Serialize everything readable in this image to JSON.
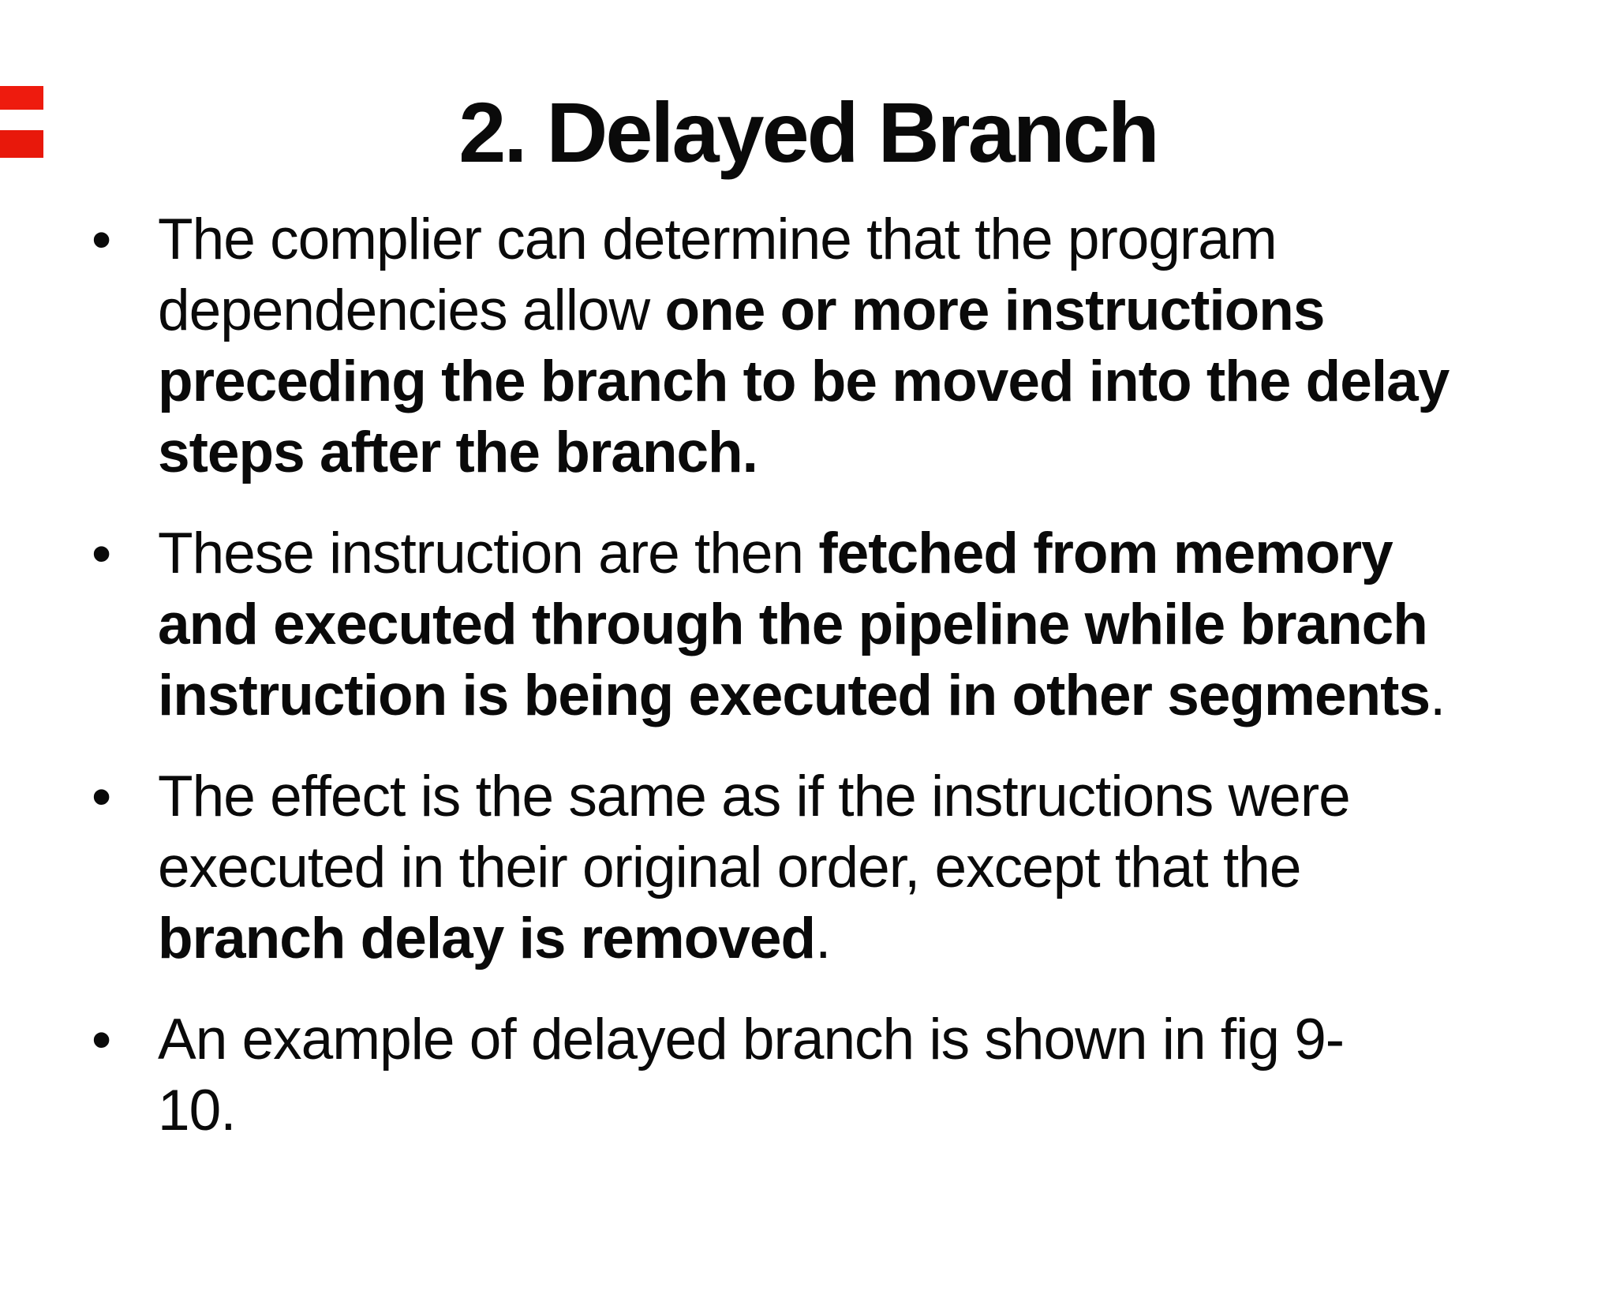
{
  "slide": {
    "title": "2. Delayed Branch",
    "bullet_char": "•",
    "colors": {
      "background": "#ffffff",
      "text": "#000000",
      "corner_mark_top": "#ee1b0e",
      "corner_mark_bottom": "#e8180b"
    },
    "bullets": [
      {
        "lines": [
          {
            "runs": [
              {
                "text": "The complier can determine that the program",
                "bold": false
              }
            ]
          },
          {
            "runs": [
              {
                "text": "dependencies allow ",
                "bold": false
              },
              {
                "text": "one or more instructions",
                "bold": true
              }
            ]
          },
          {
            "runs": [
              {
                "text": "preceding the branch to be moved into the delay",
                "bold": true
              }
            ]
          },
          {
            "runs": [
              {
                "text": "steps after the branch.",
                "bold": true
              }
            ]
          }
        ]
      },
      {
        "lines": [
          {
            "runs": [
              {
                "text": "These instruction are then ",
                "bold": false
              },
              {
                "text": "fetched from memory",
                "bold": true
              }
            ]
          },
          {
            "runs": [
              {
                "text": "and executed through the pipeline while branch",
                "bold": true
              }
            ]
          },
          {
            "runs": [
              {
                "text": "instruction is being executed in other segments",
                "bold": true
              },
              {
                "text": ".",
                "bold": false
              }
            ]
          }
        ]
      },
      {
        "lines": [
          {
            "runs": [
              {
                "text": "The effect is the same as if the instructions were",
                "bold": false
              }
            ]
          },
          {
            "runs": [
              {
                "text": "executed in their original order, except that the",
                "bold": false
              }
            ]
          },
          {
            "runs": [
              {
                "text": "branch delay is removed",
                "bold": true
              },
              {
                "text": ".",
                "bold": false
              }
            ]
          }
        ]
      },
      {
        "lines": [
          {
            "runs": [
              {
                "text": "An example of delayed branch is shown in fig 9-",
                "bold": false
              }
            ]
          },
          {
            "runs": [
              {
                "text": "10.",
                "bold": false
              }
            ]
          }
        ]
      }
    ]
  }
}
